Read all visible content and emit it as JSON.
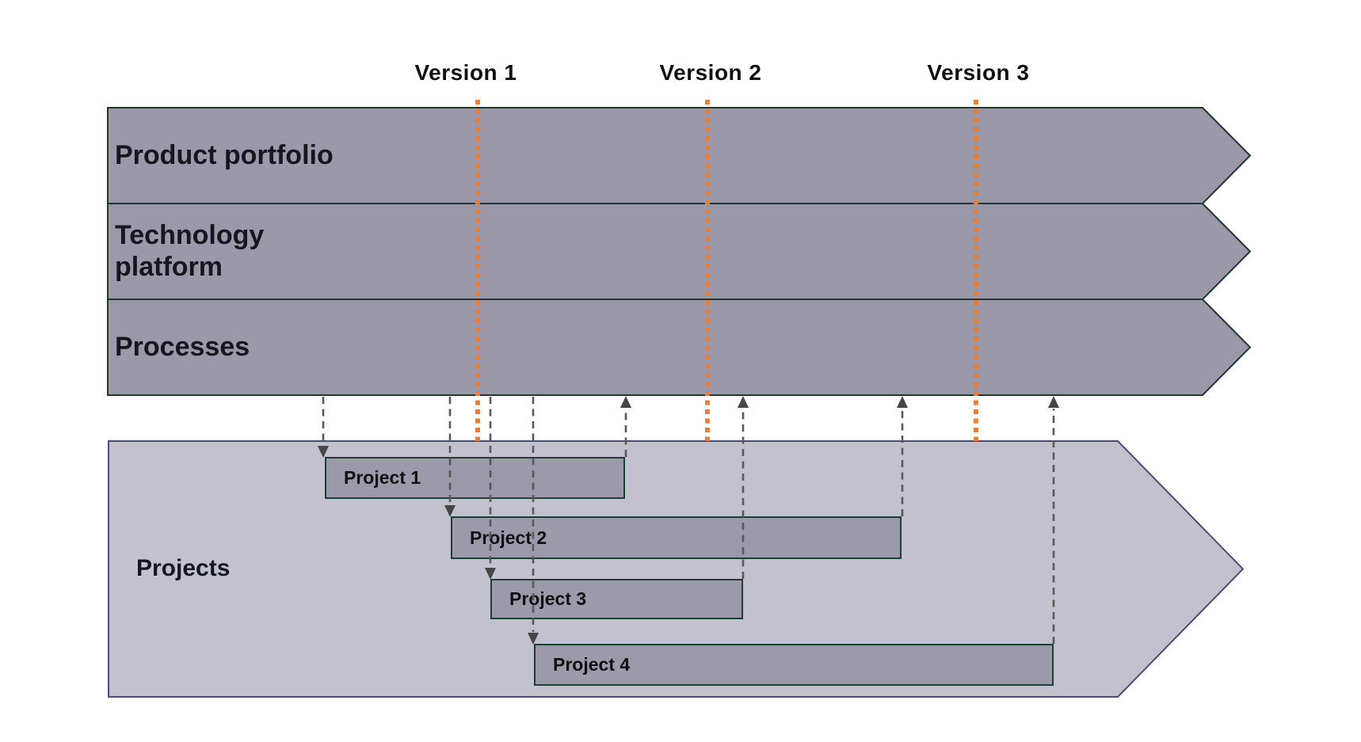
{
  "diagram": {
    "versions": [
      {
        "label": "Version 1"
      },
      {
        "label": "Version 2"
      },
      {
        "label": "Version 3"
      }
    ],
    "lanes": [
      {
        "label": "Product portfolio"
      },
      {
        "label": "Technology\nplatform"
      },
      {
        "label": "Processes"
      }
    ],
    "projects_lane": {
      "label": "Projects"
    },
    "projects": [
      {
        "label": "Project 1"
      },
      {
        "label": "Project 2"
      },
      {
        "label": "Project 3"
      },
      {
        "label": "Project 4"
      }
    ],
    "colors": {
      "lane_fill": "#9B98A9",
      "lane_border": "#1E3A2B",
      "projects_fill": "#C2C1CD",
      "projects_border": "#4C4C78",
      "project_box_fill": "#9C99AB",
      "project_box_border": "#1C4031",
      "milestone_orange": "#ED7D31",
      "connector_gray": "#595959"
    }
  }
}
